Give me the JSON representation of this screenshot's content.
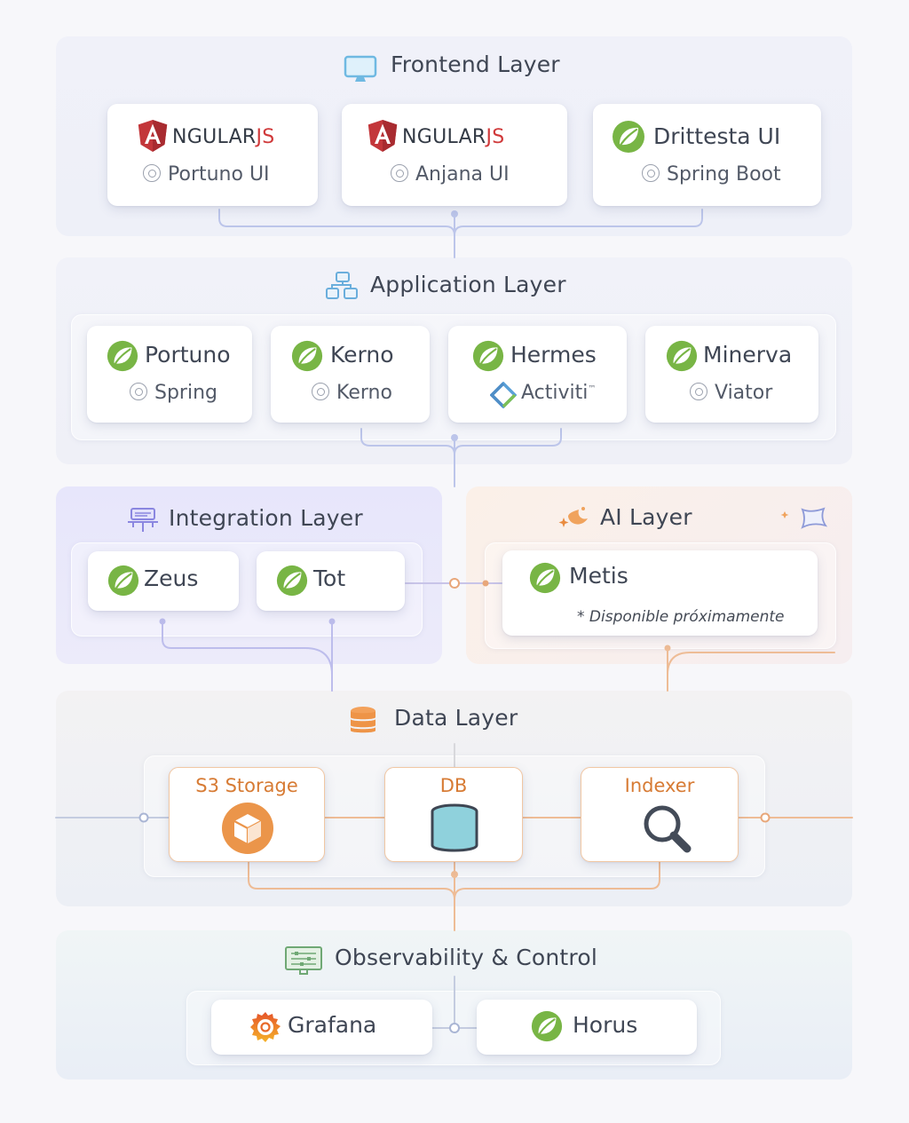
{
  "frontend": {
    "title": "Frontend Layer",
    "cards": [
      {
        "brand": "ANGULARJS",
        "brand_first": "A",
        "brand_mid": "NGULAR",
        "brand_js": "JS",
        "sub": "Portuno UI"
      },
      {
        "brand": "ANGULARJS",
        "brand_first": "A",
        "brand_mid": "NGULAR",
        "brand_js": "JS",
        "sub": "Anjana UI"
      },
      {
        "name": "Drittesta UI",
        "sub": "Spring Boot"
      }
    ]
  },
  "application": {
    "title": "Application Layer",
    "cards": [
      {
        "name": "Portuno",
        "sub": "Spring"
      },
      {
        "name": "Kerno",
        "sub": "Kerno"
      },
      {
        "name": "Hermes",
        "sub": "Activiti",
        "sub_mark": "™"
      },
      {
        "name": "Minerva",
        "sub": "Viator"
      }
    ]
  },
  "integration": {
    "title": "Integration Layer",
    "cards": [
      {
        "name": "Zeus"
      },
      {
        "name": "Tot"
      }
    ]
  },
  "ai": {
    "title": "AI Layer",
    "card": {
      "name": "Metis",
      "note": "* Disponible próximamente"
    }
  },
  "data": {
    "title": "Data Layer",
    "cards": [
      {
        "label": "S3 Storage",
        "icon": "cube-icon"
      },
      {
        "label": "DB",
        "icon": "database-icon"
      },
      {
        "label": "Indexer",
        "icon": "magnifier-icon"
      }
    ]
  },
  "observability": {
    "title": "Observability & Control",
    "cards": [
      {
        "name": "Grafana",
        "icon": "grafana-icon"
      },
      {
        "name": "Horus",
        "icon": "spring-leaf-icon"
      }
    ]
  },
  "colors": {
    "spring_green": "#6db33f",
    "angular_red": "#d0393a",
    "data_orange": "#e8883a",
    "connector_blue": "#b9c3ea",
    "connector_orange": "#e8b690"
  }
}
